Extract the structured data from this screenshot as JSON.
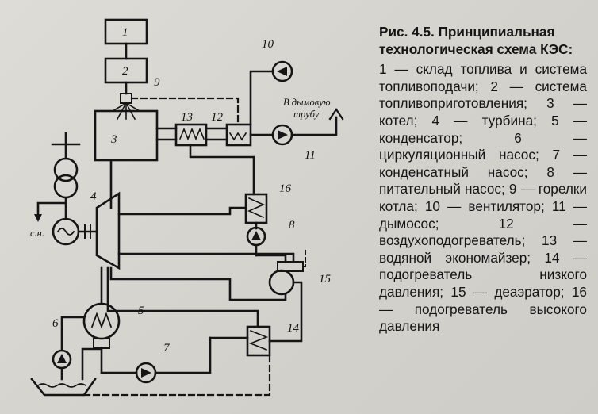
{
  "caption": {
    "title": "Рис. 4.5. Принципиальная технологическая схема КЭС:",
    "legend": "1 — склад топлива и система топливоподачи; 2 — система топливоприготовления; 3 — котел; 4 — турбина; 5 — конденсатор; 6 — циркуляционный насос; 7 — конденсатный насос; 8 — питательный насос; 9 — горелки котла; 10 — вентилятор; 11 — дымосос; 12 — воздухоподогреватель; 13 — водяной экономайзер; 14 — подогреватель низкого давления; 15 — деаэратор; 16 — подогреватель высокого давления"
  },
  "diagram": {
    "labels": {
      "n1": "1",
      "n2": "2",
      "n3": "3",
      "n4": "4",
      "n5": "5",
      "n6": "6",
      "n7": "7",
      "n8": "8",
      "n9": "9",
      "n10": "10",
      "n11": "11",
      "n12": "12",
      "n13": "13",
      "n14": "14",
      "n15": "15",
      "n16": "16",
      "chimney_line1": "В дымовую",
      "chimney_line2": "трубу",
      "own_needs": "с.н."
    }
  }
}
